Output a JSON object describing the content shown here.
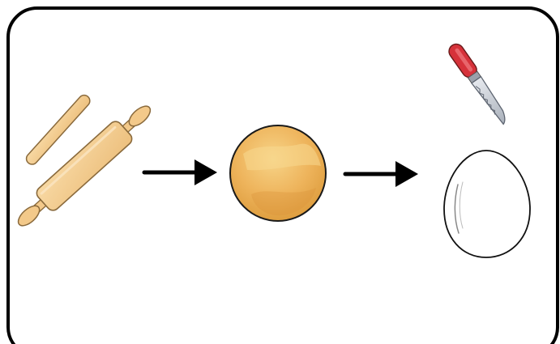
{
  "diagram": {
    "steps": [
      {
        "id": "rolling-tools",
        "icon": "rolling-pin-icon"
      },
      {
        "id": "dough-circle",
        "icon": "dough-circle-icon"
      },
      {
        "id": "cutter-and-shape",
        "icon": "knife-and-egg-shape-icon"
      }
    ],
    "arrows": [
      {
        "from": "rolling-tools",
        "to": "dough-circle",
        "icon": "arrow-right-icon"
      },
      {
        "from": "dough-circle",
        "to": "cutter-and-shape",
        "icon": "arrow-right-icon"
      }
    ],
    "colors": {
      "border": "#000000",
      "wood": "#f3c98a",
      "wood_outline": "#8a6a3c",
      "dough": "#e8ad52",
      "dough_light": "#f5cf7d",
      "knife_handle": "#d6323a",
      "knife_blade": "#c9ced6",
      "egg_fill": "#ffffff"
    }
  }
}
